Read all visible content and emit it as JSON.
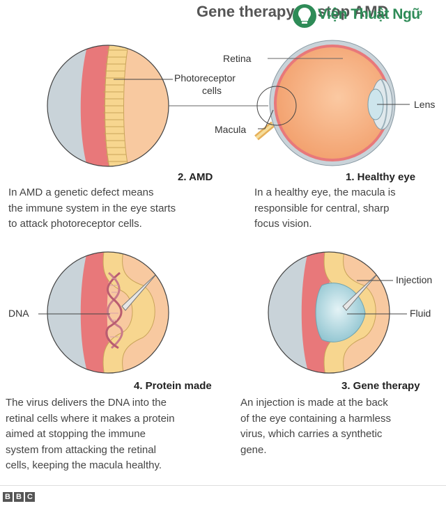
{
  "title": "Gene therapy to stop AMD",
  "logo": {
    "text": "Viện Thuật Ngữ"
  },
  "labels": {
    "retina": "Retina",
    "photoreceptor_line1": "Photoreceptor",
    "photoreceptor_line2": "cells",
    "lens": "Lens",
    "macula": "Macula",
    "dna": "DNA",
    "injection": "Injection",
    "fluid": "Fluid"
  },
  "panels": [
    {
      "heading": "1. Healthy eye",
      "lines": [
        "In a healthy eye, the macula is",
        "responsible for central, sharp",
        "focus vision."
      ]
    },
    {
      "heading": "2. AMD",
      "lines": [
        "In AMD a genetic defect means",
        "the immune system in the eye starts",
        "to attack photoreceptor cells."
      ]
    },
    {
      "heading": "3. Gene therapy",
      "lines": [
        "An injection is made at the back",
        "of the eye containing a harmless",
        "virus, which carries a synthetic",
        "gene."
      ]
    },
    {
      "heading": "4. Protein made",
      "lines": [
        "The virus delivers the DNA into the",
        "retinal cells where it makes a protein",
        "aimed at stopping the immune",
        "system from attacking the retinal",
        "cells, keeping the macula healthy."
      ]
    }
  ],
  "footer": {
    "b1": "B",
    "b2": "B",
    "b3": "C"
  },
  "colors": {
    "sclera": "#c9d3d9",
    "eyeball": "#f5a978",
    "retina": "#e8787a",
    "photoreceptor": "#f7d68f",
    "fluid": "#a9d4dd",
    "dna": "#c97a8a"
  }
}
